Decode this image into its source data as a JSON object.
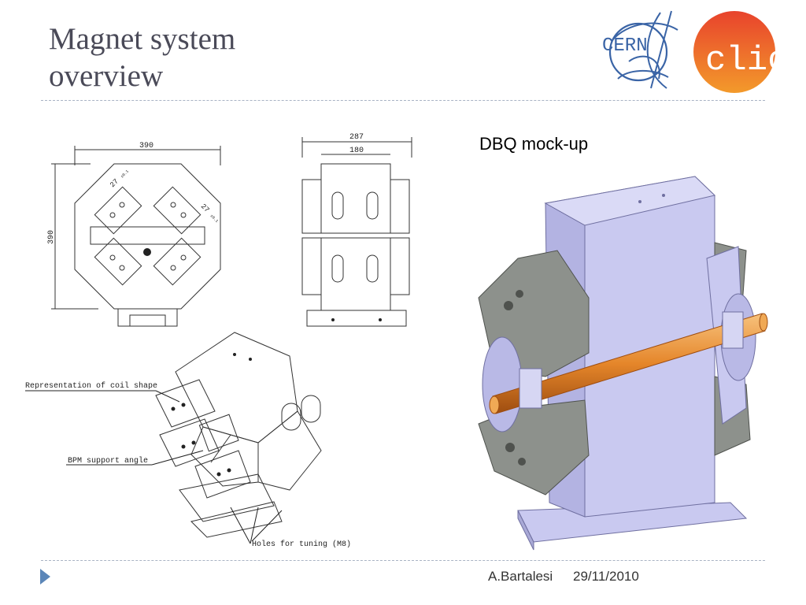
{
  "slide": {
    "title_line1": "Magnet system",
    "title_line2": "overview",
    "mockup_label": "DBQ mock-up"
  },
  "logos": {
    "cern_text": "CERN",
    "clic_text": "clic"
  },
  "drawings": {
    "front_width": "390",
    "front_height": "390",
    "front_tol_a": "27",
    "front_tol_b": "27",
    "tol_suffix": "±0.1",
    "side_outer": "287",
    "side_inner": "180",
    "callout_coil": "Representation of coil shape",
    "callout_bpm": "BPM support angle",
    "callout_holes": "Holes for tuning (M8)"
  },
  "footer": {
    "author": "A.Bartalesi",
    "date": "29/11/2010"
  },
  "colors": {
    "title": "#4a4a58",
    "rule": "#a9b3c4",
    "marker": "#5b86b8",
    "cern_blue": "#3a64a6",
    "clic_red": "#e8432c",
    "clic_orange": "#f39a2b",
    "iron": "#c9c9f0",
    "coil": "#8d918c",
    "beampipe": "#e5862a"
  }
}
